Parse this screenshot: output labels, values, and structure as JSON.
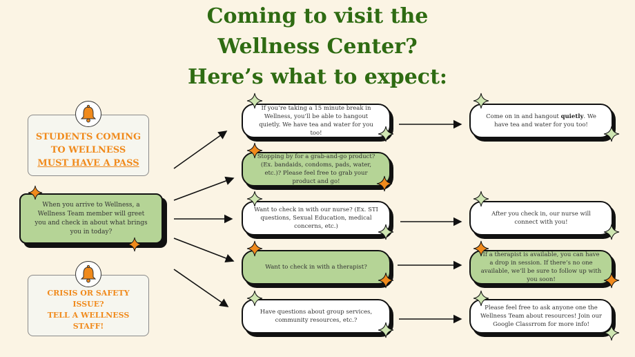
{
  "title": {
    "line1": "Coming to visit the",
    "line2": "Wellness Center?",
    "line3": "Here’s what to expect:"
  },
  "notices": {
    "pass": {
      "line1": "STUDENTS COMING",
      "line2": "TO WELLNESS",
      "line3": "MUST HAVE A PASS"
    },
    "crisis": {
      "line1": "CRISIS OR SAFETY",
      "line2": "ISSUE?",
      "line3": "TELL A WELLNESS",
      "line4": "STAFF!"
    }
  },
  "main": {
    "text": "When you arrive to Wellness, a Wellness Team member will greet you and check in about what brings you in today?"
  },
  "options": [
    {
      "text": "If you’re taking a 15 minute break in Wellness, you’ll be able to hangout quietly. We have tea and water for you too!"
    },
    {
      "text": "Stopping by for a grab-and-go product? (Ex. bandaids, condoms, pads, water, etc.)? Please feel free to grab your product and go!"
    },
    {
      "text": "Want to check in with our nurse? (Ex. STI questions, Sexual Education, medical concerns, etc.)"
    },
    {
      "text": "Want to check in with a therapist?"
    },
    {
      "text": "Have questions about group services, community resources, etc.?"
    }
  ],
  "outcomes": [
    {
      "before": "Come on in and hangout ",
      "bold": "quietly",
      "after": ". We have tea and water for you too!"
    },
    {
      "text": "After you check in, our nurse will connect with you!"
    },
    {
      "text": "If a therapist is available, you can have a drop in session. If there’s no one available, we’ll be sure to follow up with you soon!"
    },
    {
      "text": "Please feel free to ask anyone one the Wellness Team about resources! Join our Google Classrrom for more info!"
    }
  ],
  "colors": {
    "title_green": "#2e6b12",
    "background": "#fbf4e4",
    "box_green": "#b5d496",
    "accent_orange": "#f08a1c",
    "star_green": "#cfe6b2",
    "star_orange": "#f08a1c"
  },
  "icons": [
    "bell-icon",
    "sparkle-star-icon",
    "arrow-right-icon"
  ]
}
